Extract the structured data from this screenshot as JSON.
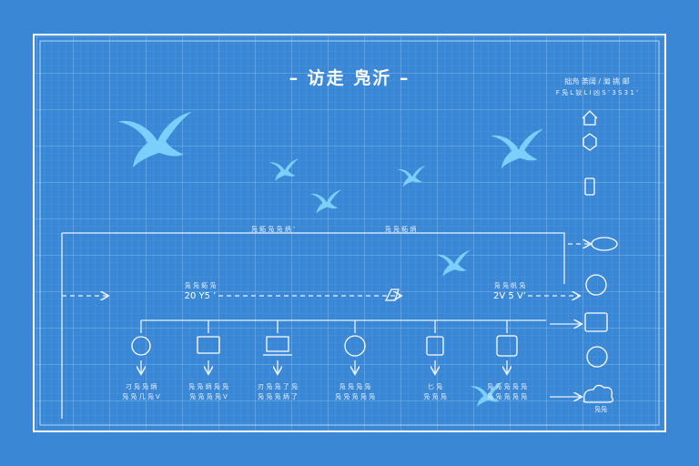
{
  "title": "– 访走 凫沂 –",
  "top_right_label": "拙凫 荼阔 / 洳 挑 邮",
  "top_right_sub": "F 凫 L 钬 L I 凶 S ’ 3 S 3 1 ’",
  "timeline_labels": {
    "upper_left": "凫 鉐 凫 凫 炳 ’",
    "upper_mid": "凫 凫 鉐 炳",
    "lower_left": "凫 凫 鉐 凫",
    "lower_right": "凫 凫 帆 凫"
  },
  "years": {
    "left": "20 Y5 ’",
    "right": "2V 5 V’"
  },
  "stages": [
    {
      "icon": "magnifier-icon",
      "line1": "刁 凫 凫 炳",
      "line2": "凫 凫 几 凫 V"
    },
    {
      "icon": "monitor-icon",
      "line1": "凫 凫 炳 凫 凫",
      "line2": "凫 凫 凫 凫 V"
    },
    {
      "icon": "laptop-icon",
      "line1": "刃 凫 凫 了 凫",
      "line2": "凫 凫 凫 炳 了"
    },
    {
      "icon": "music-disc-icon",
      "line1": "凫 凫 凫 凫",
      "line2": "凫 凫 凫 凫 凫"
    },
    {
      "icon": "phone-tablet-icon",
      "line1": "匕 凫",
      "line2": "凫 凫 凫"
    },
    {
      "icon": "app-screen-icon",
      "line1": "凫 凫 凫 凫 凫",
      "line2": "凫 凫 凫 凫 凫"
    }
  ],
  "right_icons": [
    "home-icon",
    "hexagon-chip-icon",
    "phone-side-icon",
    "network-icon",
    "globe-icon",
    "server-icon",
    "router-icon",
    "cloud-icon"
  ],
  "right_caption": "凫凫"
}
